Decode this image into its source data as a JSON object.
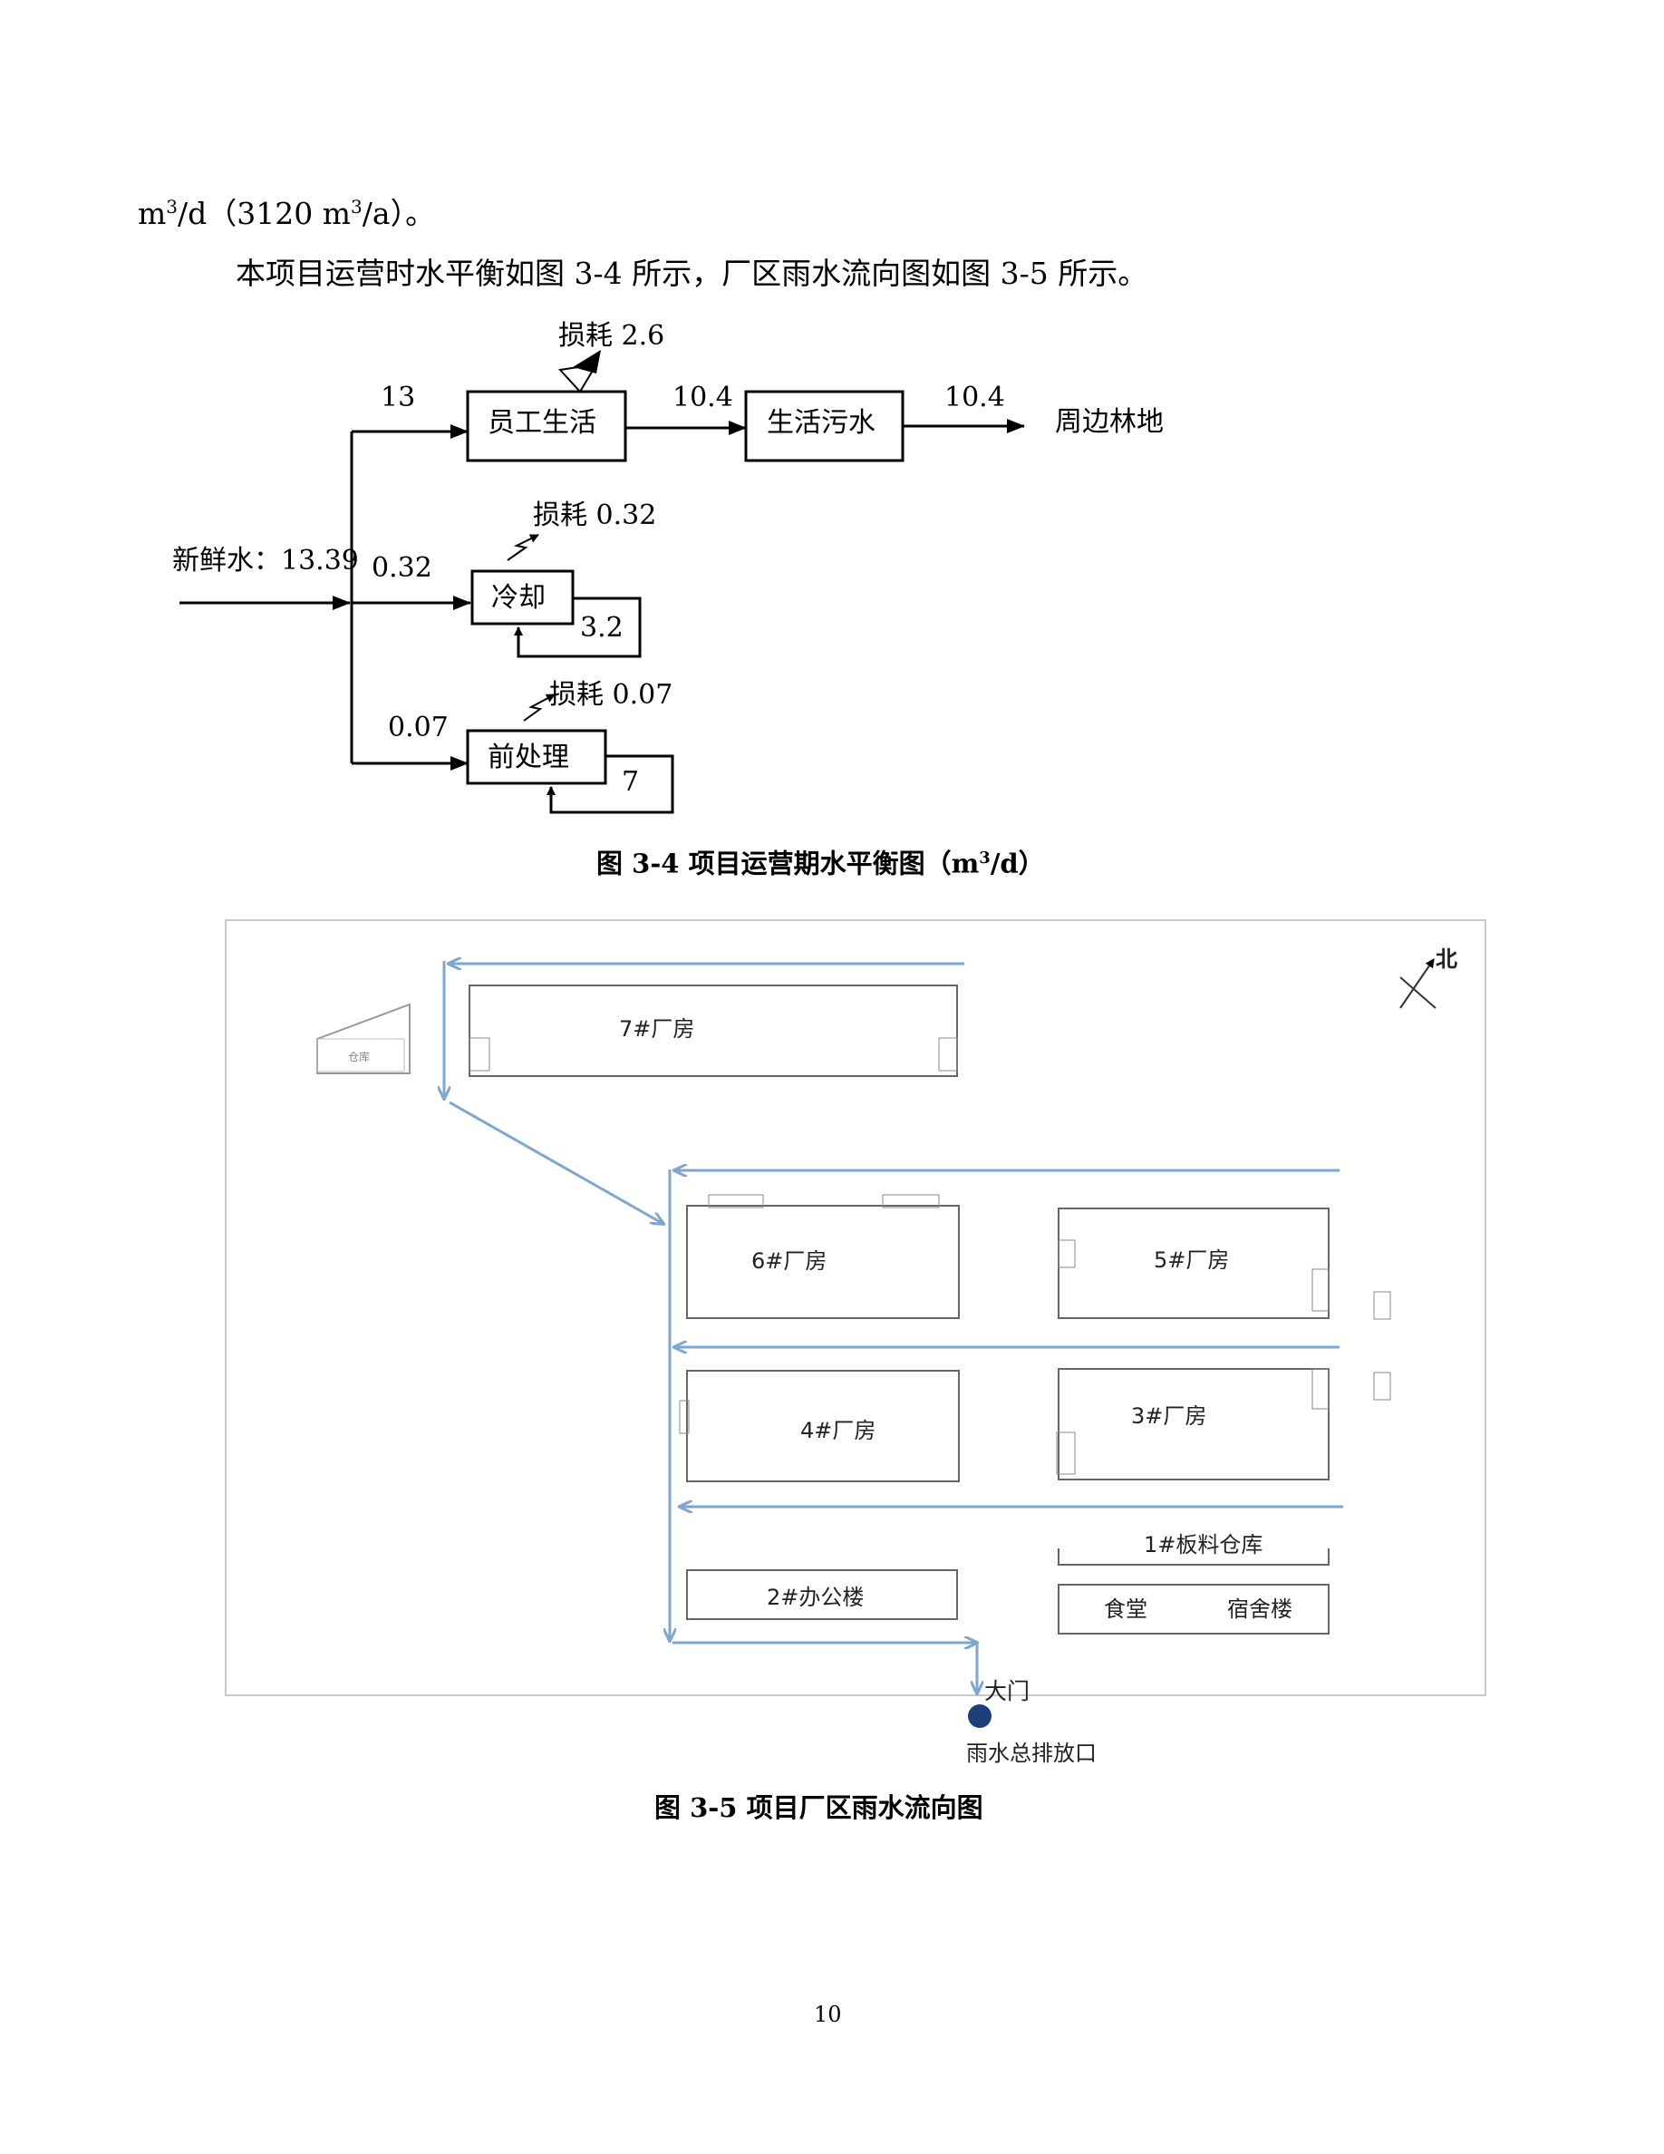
{
  "doc": {
    "line1": {
      "unit_a": "m",
      "sup_a": "3",
      "rest_a": "/d（3120 m",
      "sup_b": "3",
      "rest_b": "/a）。"
    },
    "line2": "本项目运营时水平衡如图 3-4 所示，厂区雨水流向图如图 3-5 所示。",
    "fig1_caption": {
      "prefix": "图 3-4  项目运营期水平衡图（m",
      "sup": "3",
      "suffix": "/d）"
    },
    "fig2_caption": "图 3-5  项目厂区雨水流向图",
    "page_number": "10"
  },
  "water_balance": {
    "fresh_water": "新鲜水：13.39",
    "staff_flow": "13",
    "staff_box": "员工生活",
    "staff_loss": "损耗 2.6",
    "sewage_in": "10.4",
    "sewage_box": "生活污水",
    "sewage_out": "10.4",
    "destination": "周边林地",
    "cooling_flow": "0.32",
    "cooling_box": "冷却",
    "cooling_loss": "损耗 0.32",
    "cooling_recycle": "3.2",
    "pre_flow": "0.07",
    "pre_box": "前处理",
    "pre_loss": "损耗 0.07",
    "pre_recycle": "7"
  },
  "site_map": {
    "north": "北",
    "b7": "7#厂房",
    "b6": "6#厂房",
    "b5": "5#厂房",
    "b4": "4#厂房",
    "b3": "3#厂房",
    "b2": "2#办公楼",
    "b1": "1#板料仓库",
    "canteen": "食堂",
    "dorm": "宿舍楼",
    "gate": "大门",
    "outlet": "雨水总排放口",
    "small_bldg": "仓库",
    "flow_color": "#7ea6cf",
    "outlet_color": "#1f3f7a"
  }
}
